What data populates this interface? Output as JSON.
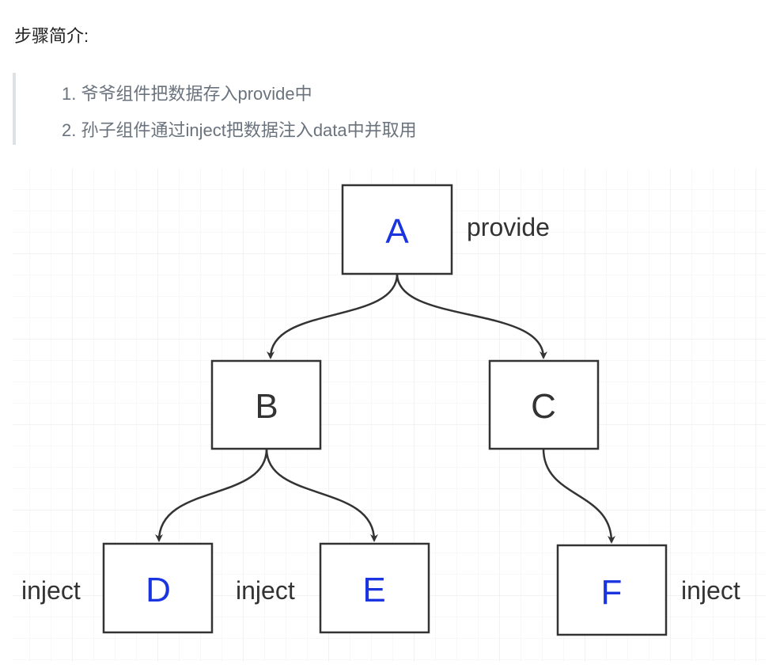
{
  "heading": "步骤简介:",
  "steps": [
    "1. 爷爷组件把数据存入provide中",
    "2. 孙子组件通过inject把数据注入data中并取用"
  ],
  "diagram": {
    "nodes": [
      {
        "id": "A",
        "label": "A",
        "color": "#1a35e0"
      },
      {
        "id": "B",
        "label": "B",
        "color": "#333333"
      },
      {
        "id": "C",
        "label": "C",
        "color": "#333333"
      },
      {
        "id": "D",
        "label": "D",
        "color": "#1a35e0"
      },
      {
        "id": "E",
        "label": "E",
        "color": "#1a35e0"
      },
      {
        "id": "F",
        "label": "F",
        "color": "#1a35e0"
      }
    ],
    "edges": [
      [
        "A",
        "B"
      ],
      [
        "A",
        "C"
      ],
      [
        "B",
        "D"
      ],
      [
        "B",
        "E"
      ],
      [
        "C",
        "F"
      ]
    ],
    "annotations": {
      "A": "provide",
      "D": "inject",
      "E": "inject",
      "F": "inject"
    }
  }
}
